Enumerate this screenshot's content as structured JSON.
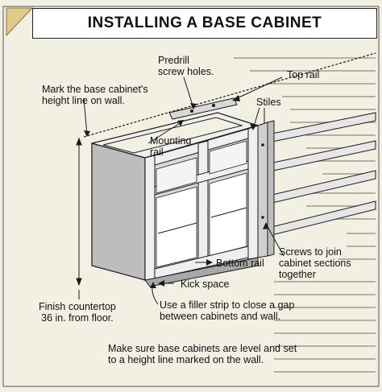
{
  "title": "INSTALLING A BASE CABINET",
  "labels": {
    "predrill": [
      "Predrill",
      "screw holes."
    ],
    "top_rail": "Top rail",
    "mark_height": [
      "Mark the base cabinet's",
      "height line on wall."
    ],
    "stiles": "Stiles",
    "mounting_rail": [
      "Mounting",
      "rail"
    ],
    "screws_join": [
      "Screws to join",
      "cabinet sections",
      "together"
    ],
    "bottom_rail": "Bottom rail",
    "kick_space": "Kick space",
    "finish_countertop": [
      "Finish countertop",
      "36 in. from floor."
    ],
    "filler_strip": [
      "Use a filler strip to close a gap",
      "between cabinets and wall."
    ],
    "caption": [
      "Make sure base cabinets are level and set",
      "to a height line marked on the wall."
    ]
  },
  "colors": {
    "background": "#f2efe3",
    "line": "#1a1a1a",
    "cabinet_front": "#d9d9d9",
    "cabinet_side": "#bdbdbd",
    "rail_fill": "#e8e8e8"
  }
}
